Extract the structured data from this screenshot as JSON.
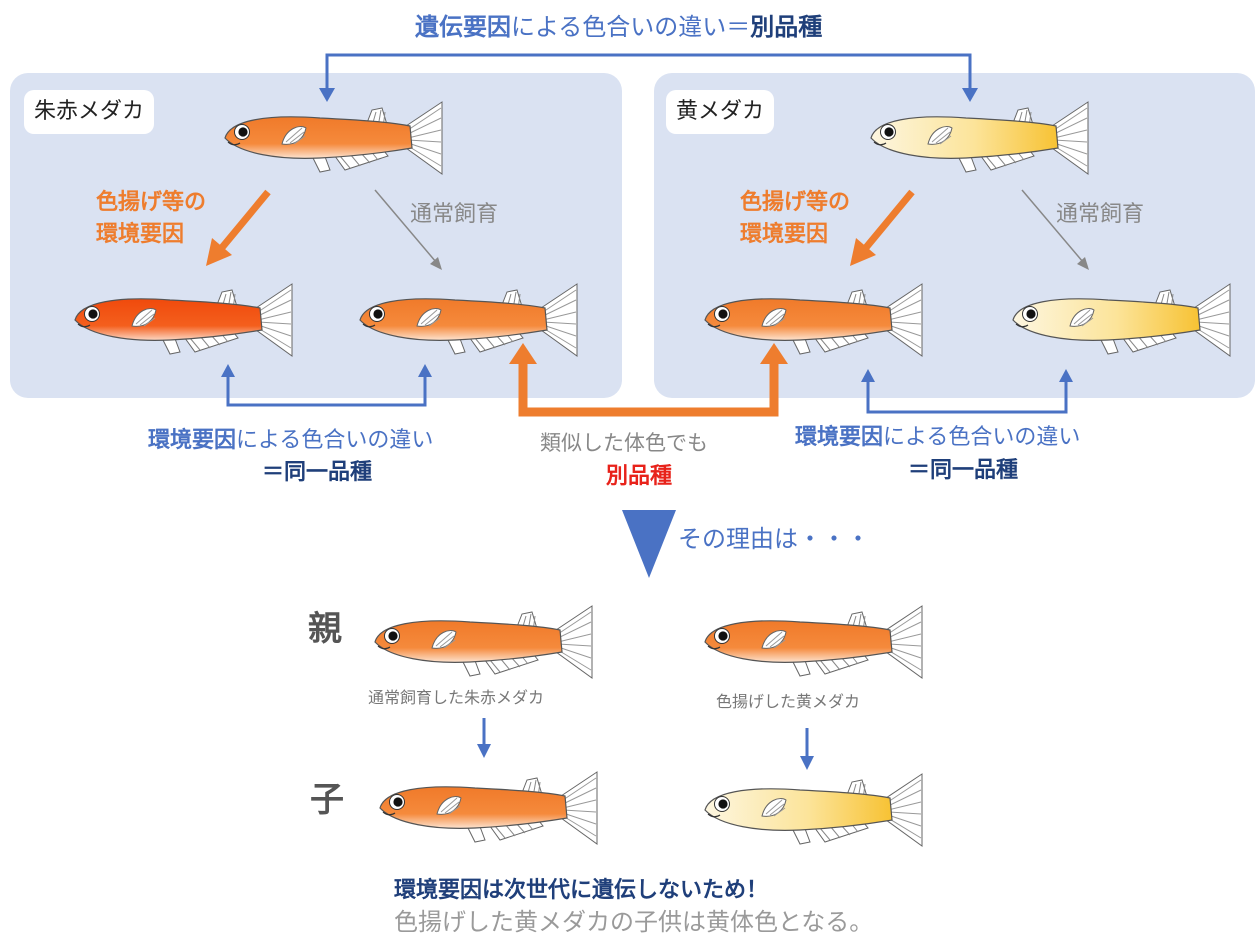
{
  "top_title": {
    "part1": "遺伝要因",
    "part2": "による色合いの違い＝",
    "part3": "別品種"
  },
  "left_panel": {
    "label": "朱赤メダカ",
    "factor_line1": "色揚げ等の",
    "factor_line2": "環境要因",
    "normal": "通常飼育"
  },
  "right_panel": {
    "label": "黄メダカ",
    "factor_line1": "色揚げ等の",
    "factor_line2": "環境要因",
    "normal": "通常飼育"
  },
  "left_caption": {
    "part1": "環境要因",
    "part2": "による色合いの違い",
    "part3": "＝同一品種"
  },
  "right_caption": {
    "part1": "環境要因",
    "part2": "による色合いの違い",
    "part3": "＝同一品種"
  },
  "middle_caption": {
    "line1": "類似した体色でも",
    "line2": "別品種"
  },
  "reason": "その理由は・・・",
  "parent_label": "親",
  "child_label": "子",
  "parent_left_caption": "通常飼育した朱赤メダカ",
  "parent_right_caption": "色揚げした黄メダカ",
  "conclusion_line1": "環境要因は次世代に遺伝しないため！",
  "conclusion_line2": "色揚げした黄メダカの子供は黄体色となる。",
  "colors": {
    "blue": "#4a72c4",
    "orange": "#ee7d2e",
    "red": "#e8221a",
    "navy": "#1f3f7a",
    "panel": "#dae2f2"
  }
}
